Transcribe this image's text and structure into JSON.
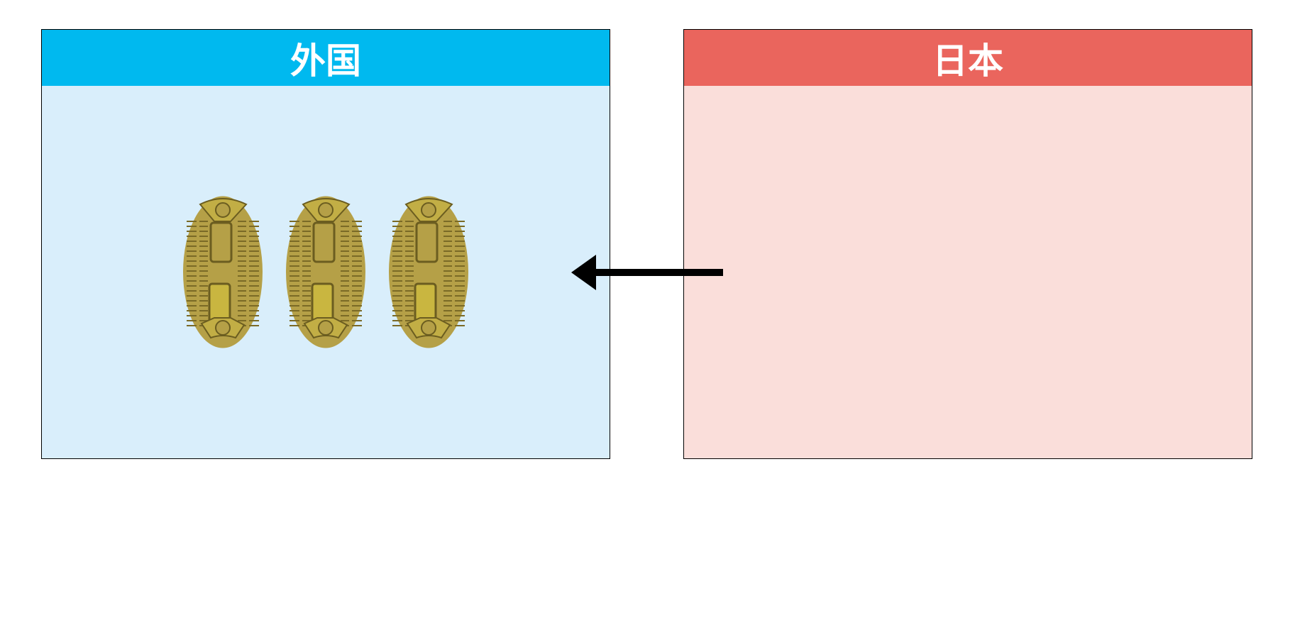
{
  "left_panel": {
    "title": "外国",
    "header_color": "#00b9ef",
    "body_color": "#d9eefb",
    "coin_count": 3
  },
  "right_panel": {
    "title": "日本",
    "header_color": "#ea655d",
    "body_color": "#fadeda"
  },
  "arrow": {
    "direction": "left",
    "icon": "arrow-left-icon"
  }
}
